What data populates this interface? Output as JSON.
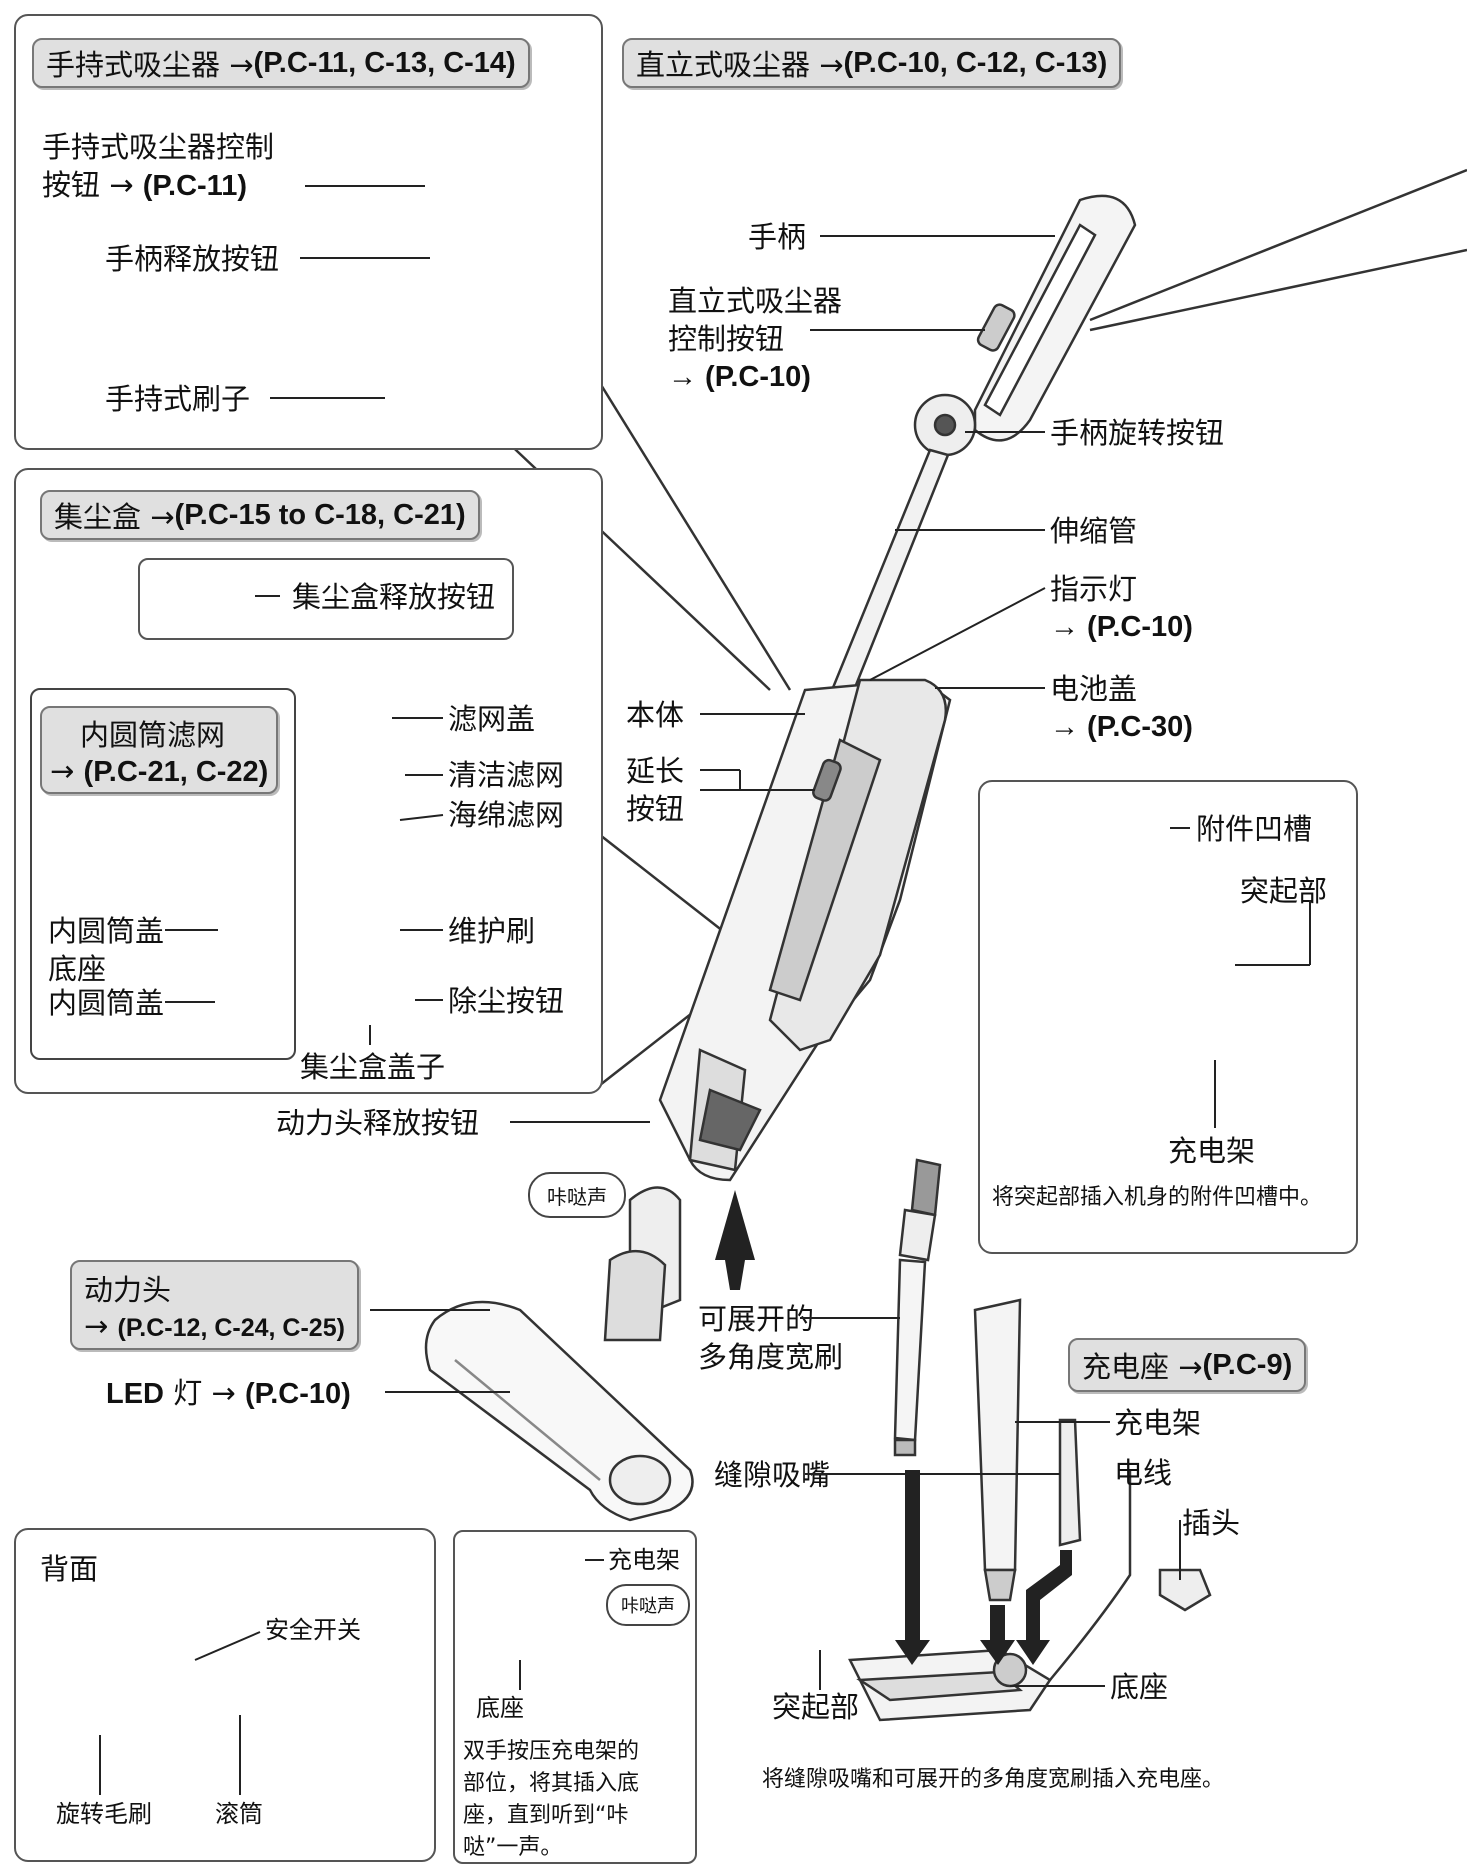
{
  "handheld": {
    "tab_text": "手持式吸尘器 → ",
    "tab_ref": "(P.C-11, C-13, C-14)",
    "control_button_line1": "手持式吸尘器控制",
    "control_button_line2": "按钮 → ",
    "control_button_ref": "(P.C-11)",
    "handle_release": "手柄释放按钮",
    "brush": "手持式刷子"
  },
  "upright": {
    "tab_text": "直立式吸尘器 → ",
    "tab_ref": "(P.C-10, C-12, C-13)",
    "handle": "手柄",
    "control_line1": "直立式吸尘器",
    "control_line2": "控制按钮",
    "control_ref": "→ (P.C-10)",
    "handle_rotate": "手柄旋转按钮",
    "telescopic_pipe": "伸缩管",
    "indicator_line1": "指示灯",
    "indicator_ref": "→ (P.C-10)",
    "battery_line1": "电池盖",
    "battery_ref": "→ (P.C-30)",
    "body": "本体",
    "extend_line1": "延长",
    "extend_line2": "按钮",
    "power_head_release": "动力头释放按钮",
    "click_sound": "咔哒声"
  },
  "dustbox": {
    "tab_text": "集尘盒 → ",
    "tab_ref": "(P.C-15 to C-18, C-21)",
    "release_button": "集尘盒释放按钮",
    "filter_cover": "滤网盖",
    "clean_filter": "清洁滤网",
    "sponge_filter": "海绵滤网",
    "maintenance_brush": "维护刷",
    "dust_button": "除尘按钮",
    "box_cover": "集尘盒盖子",
    "inner_tab_line1": "内圆筒滤网",
    "inner_tab_line2": "→ ",
    "inner_tab_ref": "(P.C-21, C-22)",
    "inner_base_line1": "内圆筒盖",
    "inner_base_line2": "底座",
    "inner_cover": "内圆筒盖"
  },
  "powerhead": {
    "tab_line1": "动力头",
    "tab_line2": "→ ",
    "tab_ref": "(P.C-12, C-24, C-25)",
    "led_prefix": "LED",
    "led_text": " 灯 → ",
    "led_ref": "(P.C-10)"
  },
  "back": {
    "title": "背面",
    "safety_switch": "安全开关",
    "rotating_brush": "旋转毛刷",
    "roller": "滚筒"
  },
  "charging_inset": {
    "accessory_groove": "附件凹槽",
    "protrusion": "突起部",
    "rack": "充电架",
    "note": "将突起部插入机身的附件凹槽中。"
  },
  "accessories": {
    "wide_brush_line1": "可展开的",
    "wide_brush_line2": "多角度宽刷",
    "crevice": "缝隙吸嘴"
  },
  "charging_stand": {
    "tab_text": "充电座 → ",
    "tab_ref": "(P.C-9)",
    "rack": "充电架",
    "cord": "电线",
    "plug": "插头",
    "protrusion": "突起部",
    "base": "底座",
    "note": "将缝隙吸嘴和可展开的多角度宽刷插入充电座。"
  },
  "assembly_inset": {
    "rack": "充电架",
    "click_sound": "咔哒声",
    "base": "底座",
    "note_line1": "双手按压充电架的",
    "note_line2": "部位，将其插入底",
    "note_line3": "座，直到听到“咔",
    "note_line4": "哒”一声。"
  }
}
